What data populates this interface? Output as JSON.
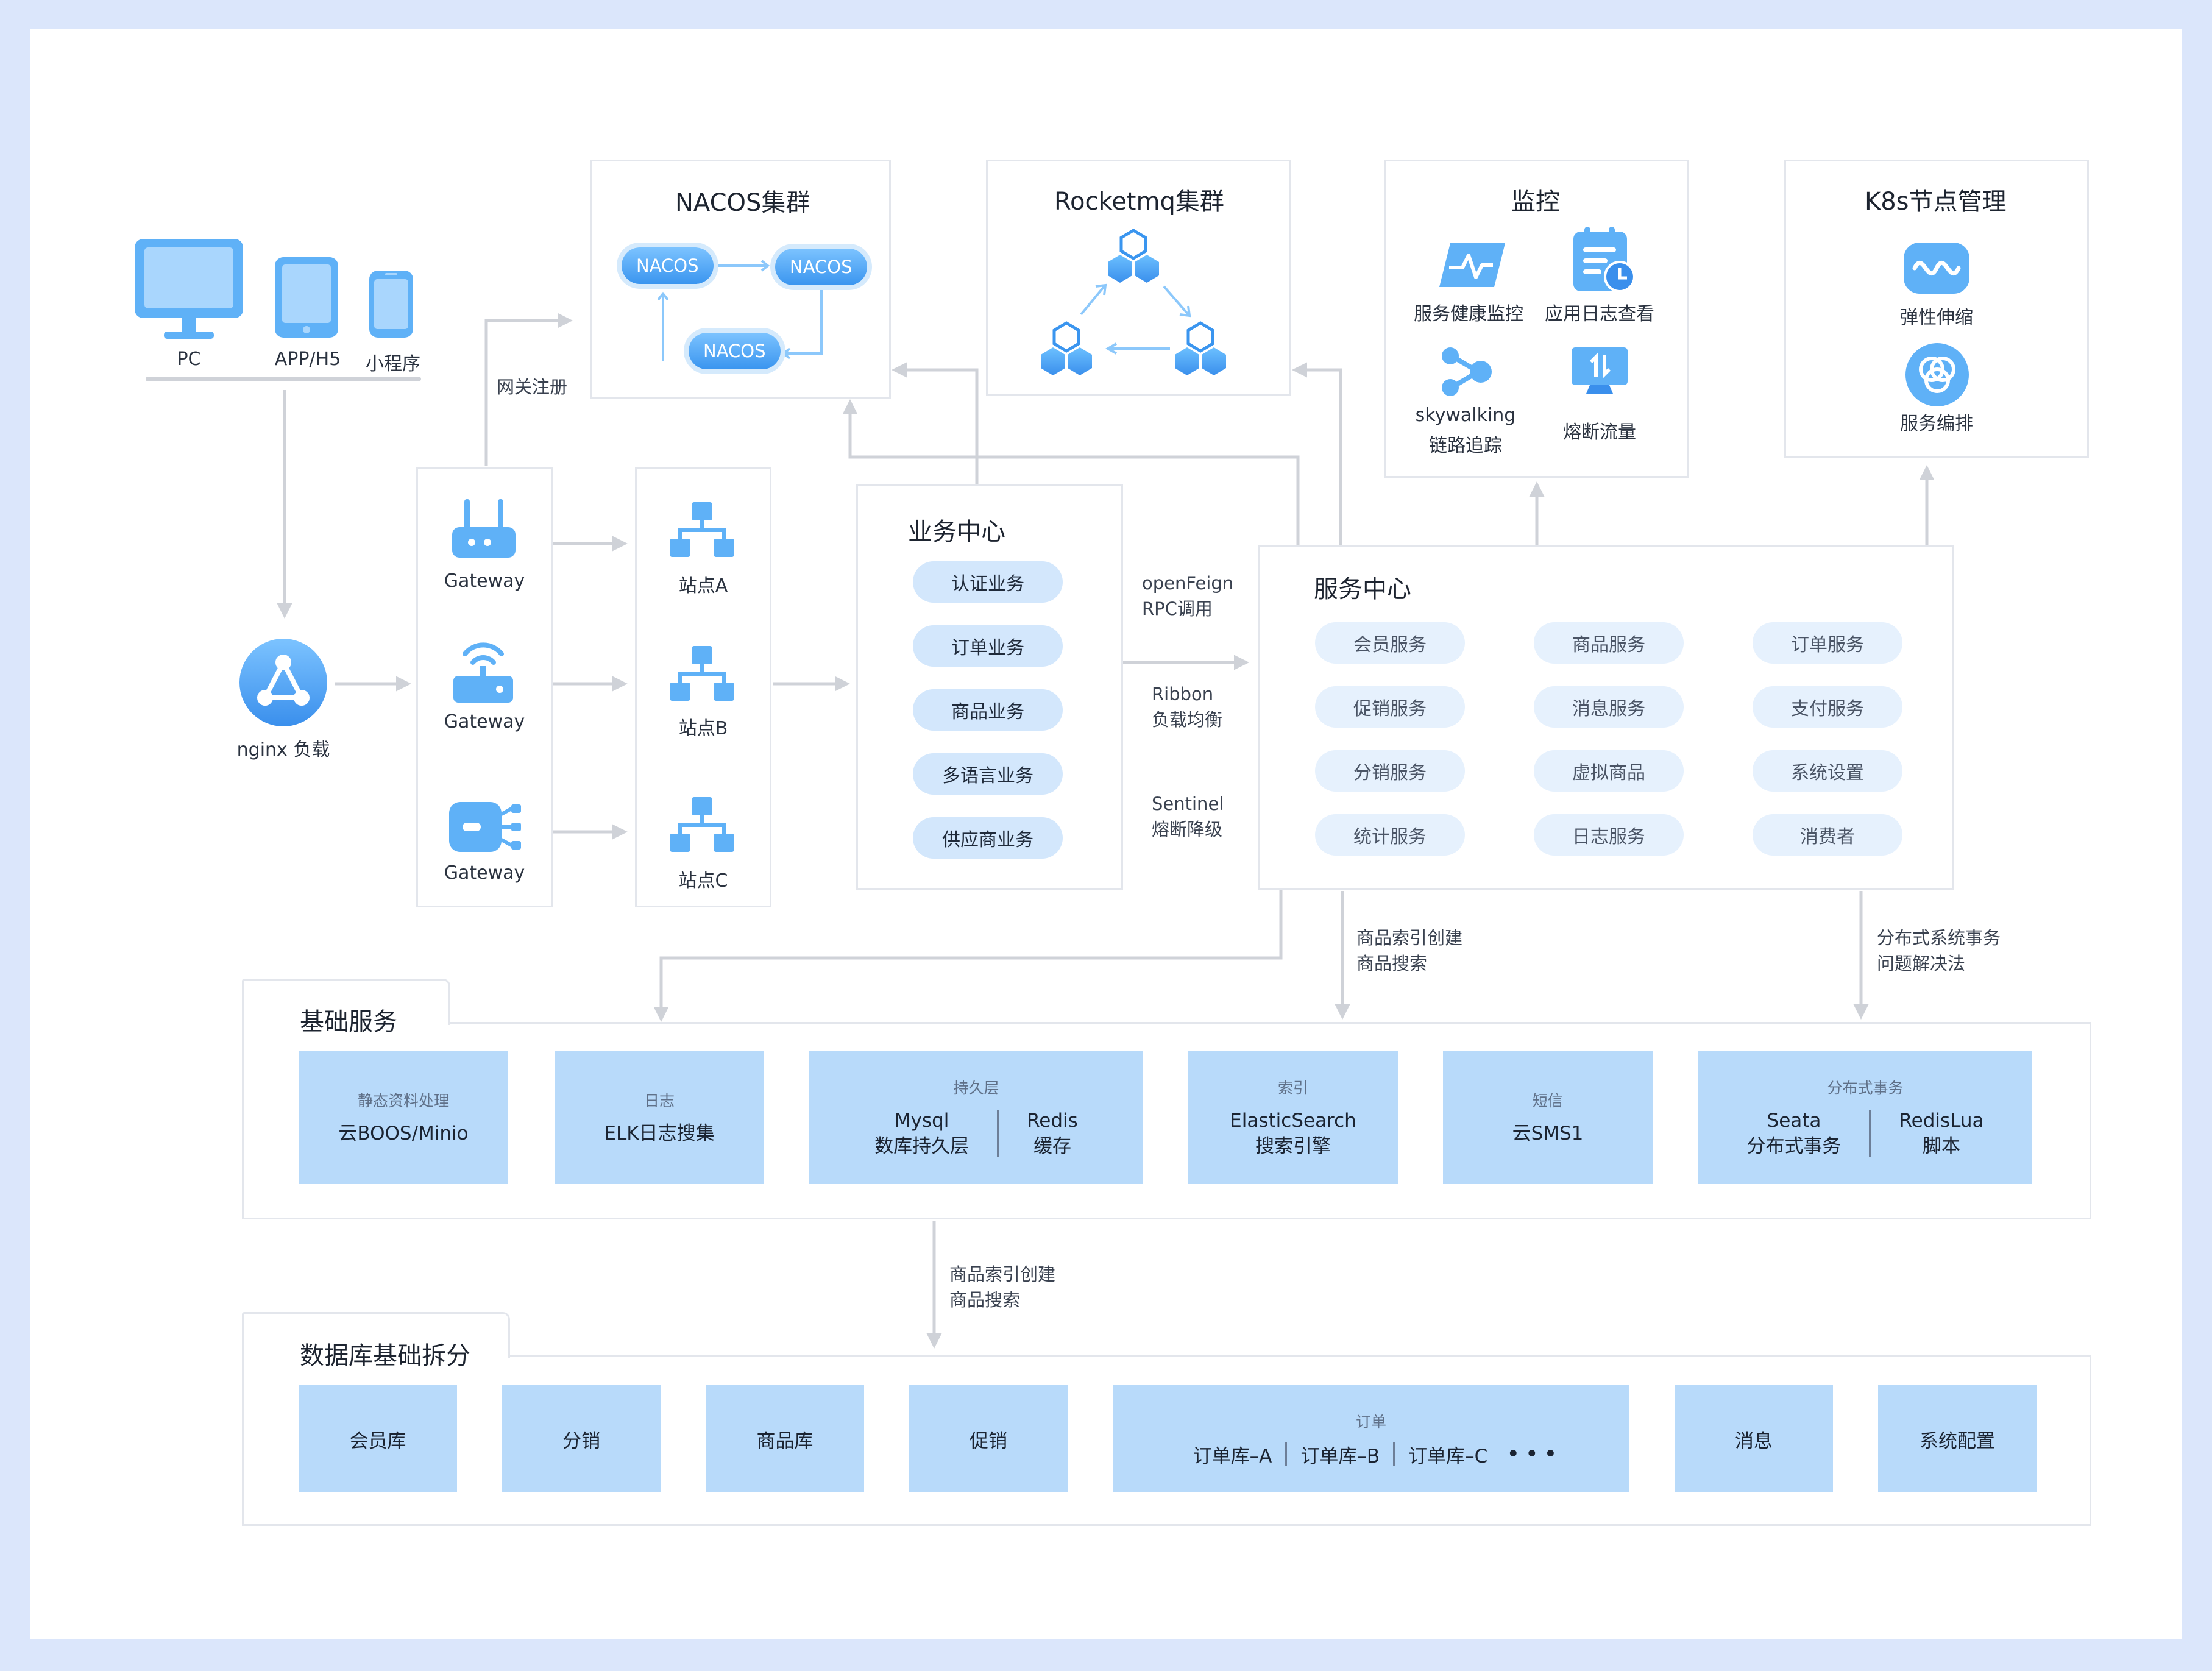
{
  "clients": {
    "pc": "PC",
    "app": "APP/H5",
    "mini": "小程序"
  },
  "nginx": "nginx 负载",
  "gateway_register": "网关注册",
  "gateways": [
    "Gateway",
    "Gateway",
    "Gateway"
  ],
  "sites": [
    "站点A",
    "站点B",
    "站点C"
  ],
  "nacos": {
    "title": "NACOS集群",
    "node": "NACOS"
  },
  "rocketmq": {
    "title": "Rocketmq集群"
  },
  "monitor": {
    "title": "监控",
    "items": [
      "服务健康监控",
      "应用日志查看",
      "skywalking",
      "链路追踪",
      "熔断流量"
    ]
  },
  "k8s": {
    "title": "K8s节点管理",
    "items": [
      "弹性伸缩",
      "服务编排"
    ]
  },
  "business": {
    "title": "业务中心",
    "items": [
      "认证业务",
      "订单业务",
      "商品业务",
      "多语言业务",
      "供应商业务"
    ]
  },
  "rpc_notes": {
    "openfeign": [
      "openFeign",
      "RPC调用"
    ],
    "ribbon": [
      "Ribbon",
      "负载均衡"
    ],
    "sentinel": [
      "Sentinel",
      "熔断降级"
    ]
  },
  "service": {
    "title": "服务中心",
    "items": [
      "会员服务",
      "商品服务",
      "订单服务",
      "促销服务",
      "消息服务",
      "支付服务",
      "分销服务",
      "虚拟商品",
      "系统设置",
      "统计服务",
      "日志服务",
      "消费者"
    ]
  },
  "notes": {
    "index": [
      "商品索引创建",
      "商品搜索"
    ],
    "dist_tx": [
      "分布式系统事务",
      "问题解决法"
    ],
    "index2": [
      "商品索引创建",
      "商品搜索"
    ]
  },
  "base": {
    "title": "基础服务",
    "tiles": [
      {
        "cap": "静态资料处理",
        "main": "云BOOS/Minio"
      },
      {
        "cap": "日志",
        "main": "ELK日志搜集"
      },
      {
        "cap": "持久层",
        "left": [
          "Mysql",
          "数库持久层"
        ],
        "right": [
          "Redis",
          "缓存"
        ]
      },
      {
        "cap": "索引",
        "main1": "ElasticSearch",
        "main2": "搜索引擎"
      },
      {
        "cap": "短信",
        "main": "云SMS1"
      },
      {
        "cap": "分布式事务",
        "left": [
          "Seata",
          "分布式事务"
        ],
        "right": [
          "RedisLua",
          "脚本"
        ]
      }
    ]
  },
  "db": {
    "title": "数据库基础拆分",
    "items": [
      "会员库",
      "分销",
      "商品库",
      "促销",
      "消息",
      "系统配置"
    ],
    "order": {
      "cap": "订单",
      "parts": [
        "订单库–A",
        "订单库–B",
        "订单库–C",
        "• • •"
      ]
    }
  },
  "colors": {
    "accent": "#3a95ef",
    "tile": "#b8dafa",
    "pill": "#d3e7fc",
    "line": "#cfd2d8"
  }
}
